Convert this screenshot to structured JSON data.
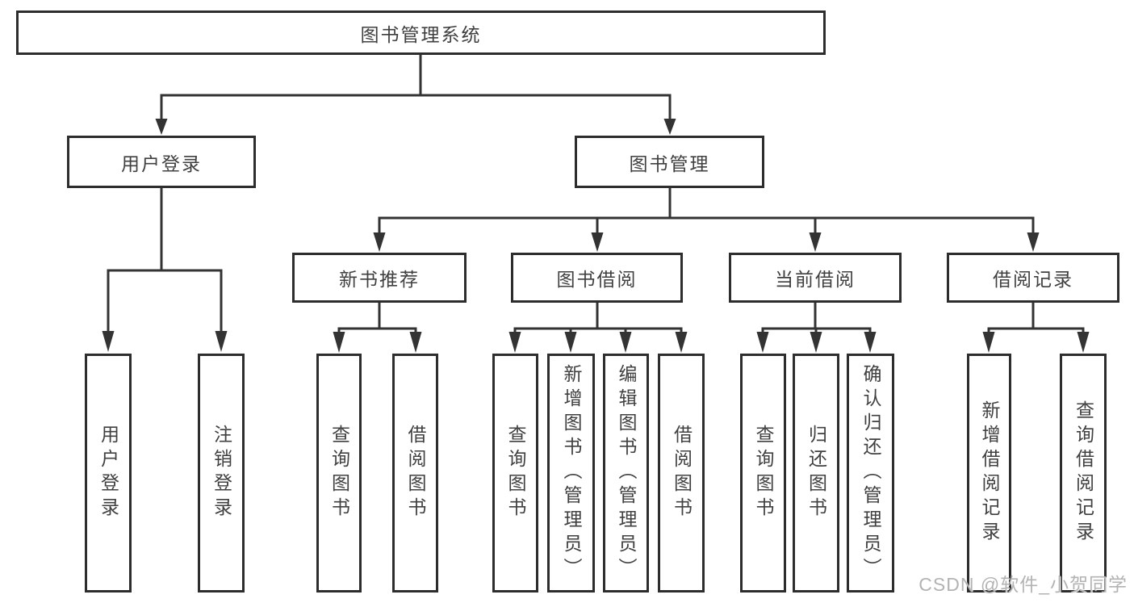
{
  "tree": {
    "label": "图书管理系统",
    "children": [
      {
        "label": "用户登录",
        "children": [
          {
            "label": "用户登录"
          },
          {
            "label": "注销登录"
          }
        ]
      },
      {
        "label": "图书管理",
        "children": [
          {
            "label": "新书推荐",
            "children": [
              {
                "label": "查询图书"
              },
              {
                "label": "借阅图书"
              }
            ]
          },
          {
            "label": "图书借阅",
            "children": [
              {
                "label": "查询图书"
              },
              {
                "label": "新增图书（管理员）"
              },
              {
                "label": "编辑图书（管理员）"
              },
              {
                "label": "借阅图书"
              }
            ]
          },
          {
            "label": "当前借阅",
            "children": [
              {
                "label": "查询图书"
              },
              {
                "label": "归还图书"
              },
              {
                "label": "确认归还（管理员）"
              }
            ]
          },
          {
            "label": "借阅记录",
            "children": [
              {
                "label": "新增借阅记录"
              },
              {
                "label": "查询借阅记录"
              }
            ]
          }
        ]
      }
    ]
  },
  "watermark": "CSDN @软件_小贺同学",
  "colors": {
    "line": "#333333",
    "node_border": "#2d2d2d",
    "node_text": "#404040",
    "background": "#ffffff",
    "watermark_text": "#b3b3b3"
  }
}
